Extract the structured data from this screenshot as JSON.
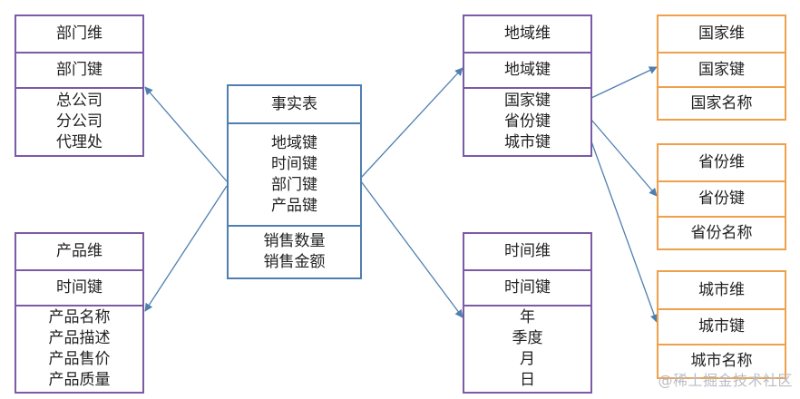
{
  "colors": {
    "dimension_border": "#7b5aa6",
    "fact_border": "#4f7fb0",
    "sub_dimension_border": "#f0a04a",
    "arrow": "#4f7fb0"
  },
  "fact_table": {
    "title": "事实表",
    "keys": [
      "地域键",
      "时间键",
      "部门键",
      "产品键"
    ],
    "measures": [
      "销售数量",
      "销售金额"
    ]
  },
  "department_dim": {
    "title": "部门维",
    "key": "部门键",
    "attrs": [
      "总公司",
      "分公司",
      "代理处"
    ]
  },
  "product_dim": {
    "title": "产品维",
    "key": "时间键",
    "attrs": [
      "产品名称",
      "产品描述",
      "产品售价",
      "产品质量"
    ]
  },
  "region_dim": {
    "title": "地域维",
    "key": "地域键",
    "attrs": [
      "国家键",
      "省份键",
      "城市键"
    ]
  },
  "time_dim": {
    "title": "时间维",
    "key": "时间键",
    "attrs": [
      "年",
      "季度",
      "月",
      "日"
    ]
  },
  "country_dim": {
    "title": "国家维",
    "key": "国家键",
    "attrs": [
      "国家名称"
    ]
  },
  "province_dim": {
    "title": "省份维",
    "key": "省份键",
    "attrs": [
      "省份名称"
    ]
  },
  "city_dim": {
    "title": "城市维",
    "key": "城市键",
    "attrs": [
      "城市名称"
    ]
  },
  "watermark": "@稀土掘金技术社区"
}
